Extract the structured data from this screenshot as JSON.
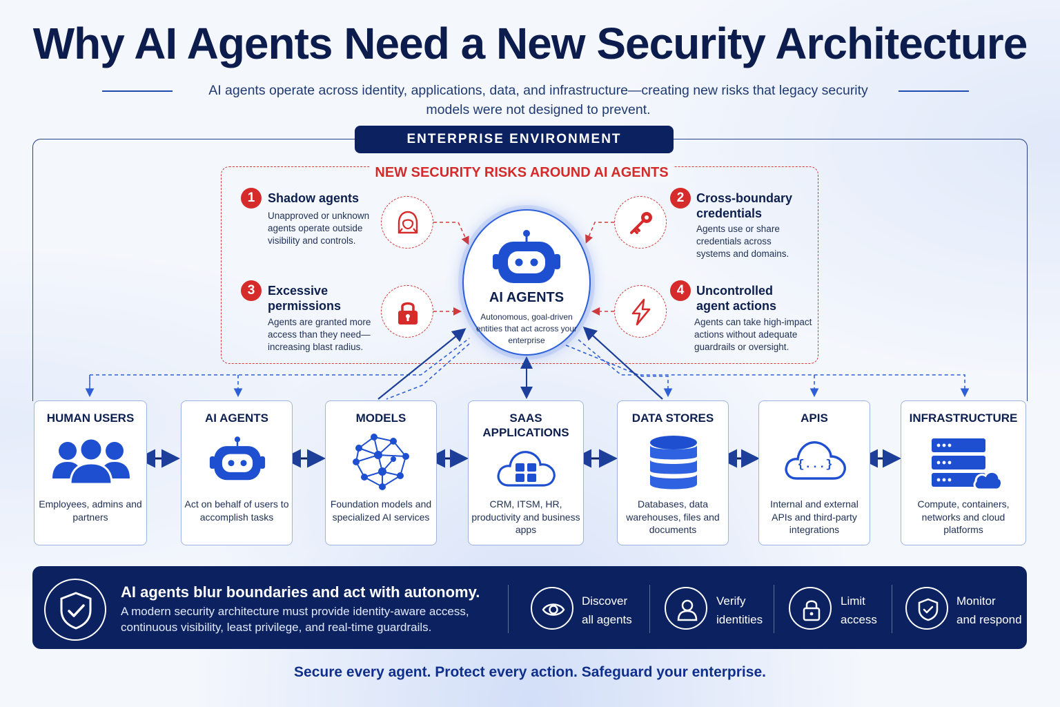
{
  "header": {
    "title": "Why AI Agents Need a New Security Architecture",
    "subtitle": "AI agents operate across identity, applications, data, and infrastructure—creating new risks that legacy security models were not designed to prevent."
  },
  "environment": {
    "label": "ENTERPRISE ENVIRONMENT"
  },
  "risks": {
    "label": "NEW SECURITY RISKS AROUND AI AGENTS",
    "items": [
      {
        "number": "1",
        "title": "Shadow agents",
        "description": "Unapproved or unknown agents operate outside visibility and controls.",
        "icon": "hooded-figure-icon"
      },
      {
        "number": "2",
        "title": "Cross-boundary credentials",
        "description": "Agents use or share credentials across systems and domains.",
        "icon": "key-icon"
      },
      {
        "number": "3",
        "title": "Excessive permissions",
        "description": "Agents are granted more access than they need—increasing blast radius.",
        "icon": "padlock-icon"
      },
      {
        "number": "4",
        "title": "Uncontrolled agent actions",
        "description": "Agents can take high-impact actions without adequate guardrails or oversight.",
        "icon": "lightning-icon"
      }
    ]
  },
  "center": {
    "title": "AI AGENTS",
    "description": "Autonomous, goal-driven entities that act across your enterprise",
    "icon": "robot-icon"
  },
  "components": [
    {
      "title": "HUMAN USERS",
      "description": "Employees, admins and partners",
      "icon": "users-icon"
    },
    {
      "title": "AI AGENTS",
      "description": "Act on behalf of users to accomplish tasks",
      "icon": "robot-icon"
    },
    {
      "title": "MODELS",
      "description": "Foundation models and specialized AI services",
      "icon": "neural-network-icon"
    },
    {
      "title": "SAAS APPLICATIONS",
      "description": "CRM, ITSM, HR, productivity and business apps",
      "icon": "cloud-apps-icon"
    },
    {
      "title": "DATA STORES",
      "description": "Databases, data warehouses, files and documents",
      "icon": "database-icon"
    },
    {
      "title": "APIS",
      "description": "Internal and external APIs and third-party integrations",
      "icon": "cloud-api-icon",
      "icon_text": "{...}"
    },
    {
      "title": "INFRASTRUCTURE",
      "description": "Compute, containers, networks and cloud platforms",
      "icon": "server-cloud-icon"
    }
  ],
  "banner": {
    "headline": "AI agents blur boundaries and act with autonomy.",
    "text": "A modern security architecture must provide identity-aware access, continuous visibility, least privilege, and real-time guardrails.",
    "icon": "shield-check-icon",
    "actions": [
      {
        "line1": "Discover",
        "line2": "all agents",
        "icon": "eye-icon"
      },
      {
        "line1": "Verify",
        "line2": "identities",
        "icon": "user-icon"
      },
      {
        "line1": "Limit",
        "line2": "access",
        "icon": "lock-icon"
      },
      {
        "line1": "Monitor",
        "line2": "and respond",
        "icon": "shield-check-icon"
      }
    ]
  },
  "tagline": "Secure every agent. Protect every action. Safeguard your enterprise.",
  "colors": {
    "navy": "#0c2260",
    "accent_blue": "#1d4fd0",
    "risk_red": "#d62b2b",
    "background": "#f4f7fc"
  }
}
